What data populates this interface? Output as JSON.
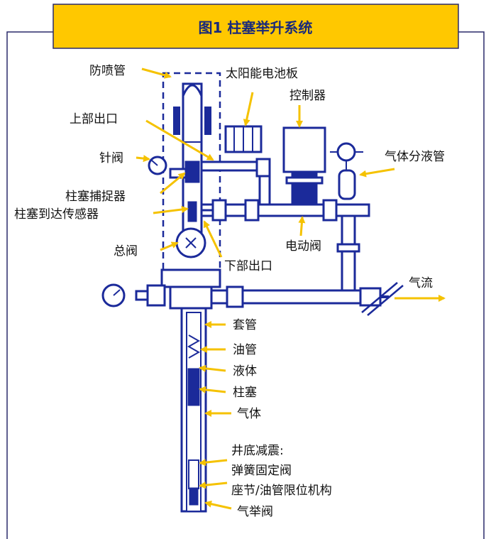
{
  "title": "图1 柱塞举升系统",
  "colors": {
    "equipment": "#1b2a9a",
    "arrow": "#f5c200",
    "title_bg": "#ffc800",
    "frame": "#2a2a6a",
    "text": "#111111"
  },
  "labels": {
    "lubricator": "防喷管",
    "solar_panel": "太阳能电池板",
    "controller": "控制器",
    "upper_outlet": "上部出口",
    "needle_valve": "针阀",
    "gas_separator": "气体分液管",
    "plunger_catcher": "柱塞捕捉器",
    "arrival_sensor": "柱塞到达传感器",
    "master_valve": "总阀",
    "motor_valve": "电动阀",
    "lower_outlet": "下部出口",
    "gas_flow": "气流",
    "casing": "套管",
    "tubing": "油管",
    "liquid": "液体",
    "plunger": "柱塞",
    "gas": "气体",
    "bottom_shock": "井底减震:",
    "spring_valve": "弹簧固定阀",
    "seat_nipple": "座节/油管限位机构",
    "gas_lift_valve": "气举阀"
  }
}
